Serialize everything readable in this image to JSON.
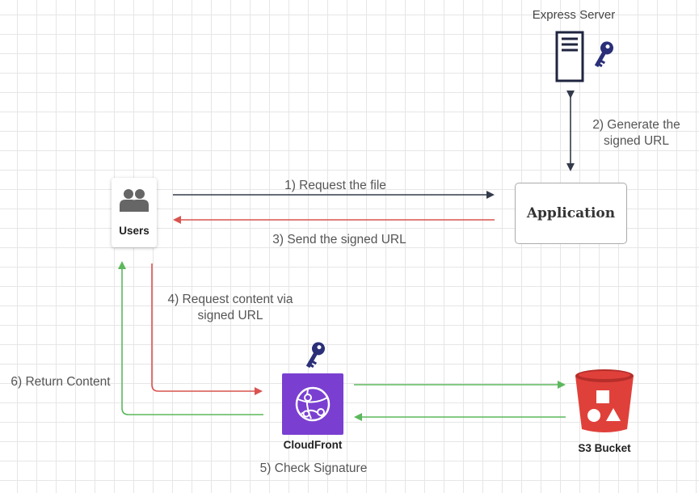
{
  "nodes": {
    "express_server": "Express Server",
    "users": "Users",
    "application": "Application",
    "cloudfront": "CloudFront",
    "s3": "S3 Bucket"
  },
  "steps": {
    "step1": "1) Request the file",
    "step2_line1": "2) Generate the",
    "step2_line2": "signed URL",
    "step3": "3) Send the signed URL",
    "step4_line1": "4) Request content via",
    "step4_line2": "signed URL",
    "step5": "5) Check Signature",
    "step6": "6) Return Content"
  },
  "icons": {
    "server": "server-icon",
    "key": "key-icon",
    "users": "users-icon",
    "cloudfront": "cloudfront-icon",
    "s3": "s3-bucket-icon"
  },
  "colors": {
    "dark_arrow": "#333a4a",
    "red_arrow": "#d9534f",
    "green_arrow": "#5cb85c",
    "cloudfront": "#7a3fd1",
    "s3": "#e0403a",
    "key": "#2a2f78"
  }
}
